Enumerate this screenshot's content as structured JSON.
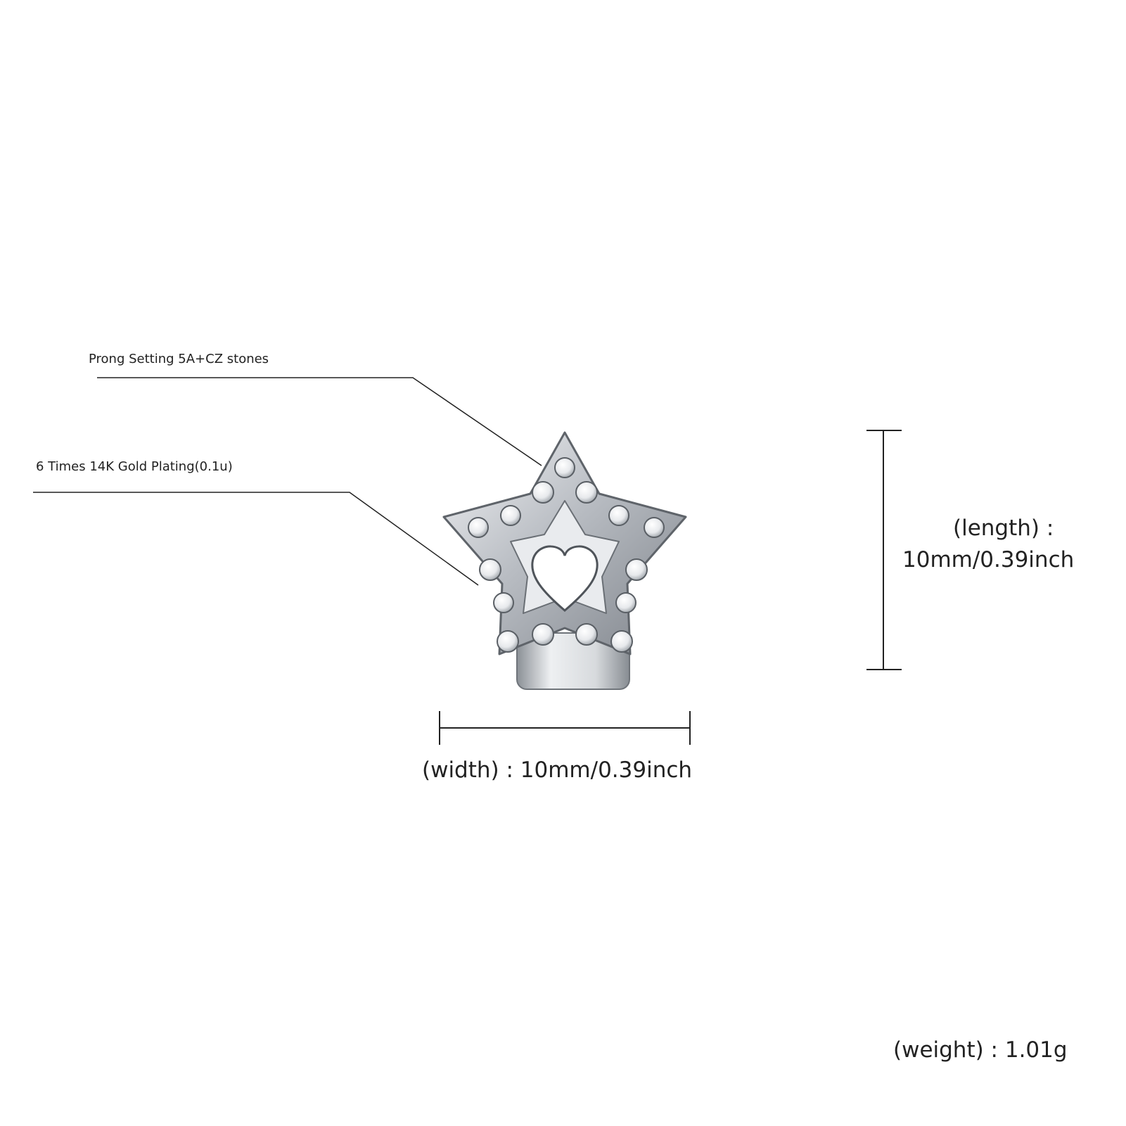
{
  "annotations": {
    "prong_setting": "Prong Setting 5A+CZ stones",
    "gold_plating": "6 Times  14K  Gold  Plating(0.1u)"
  },
  "dimensions": {
    "length_label": "(length) :",
    "length_value": "10mm/0.39inch",
    "width_label": "(width) : 10mm/0.39inch",
    "weight_label": "(weight) : 1.01g"
  },
  "product": {
    "icon": "star-grill-icon",
    "metal_color": "#c9ccd1",
    "stone_color": "#f4f5f7"
  }
}
